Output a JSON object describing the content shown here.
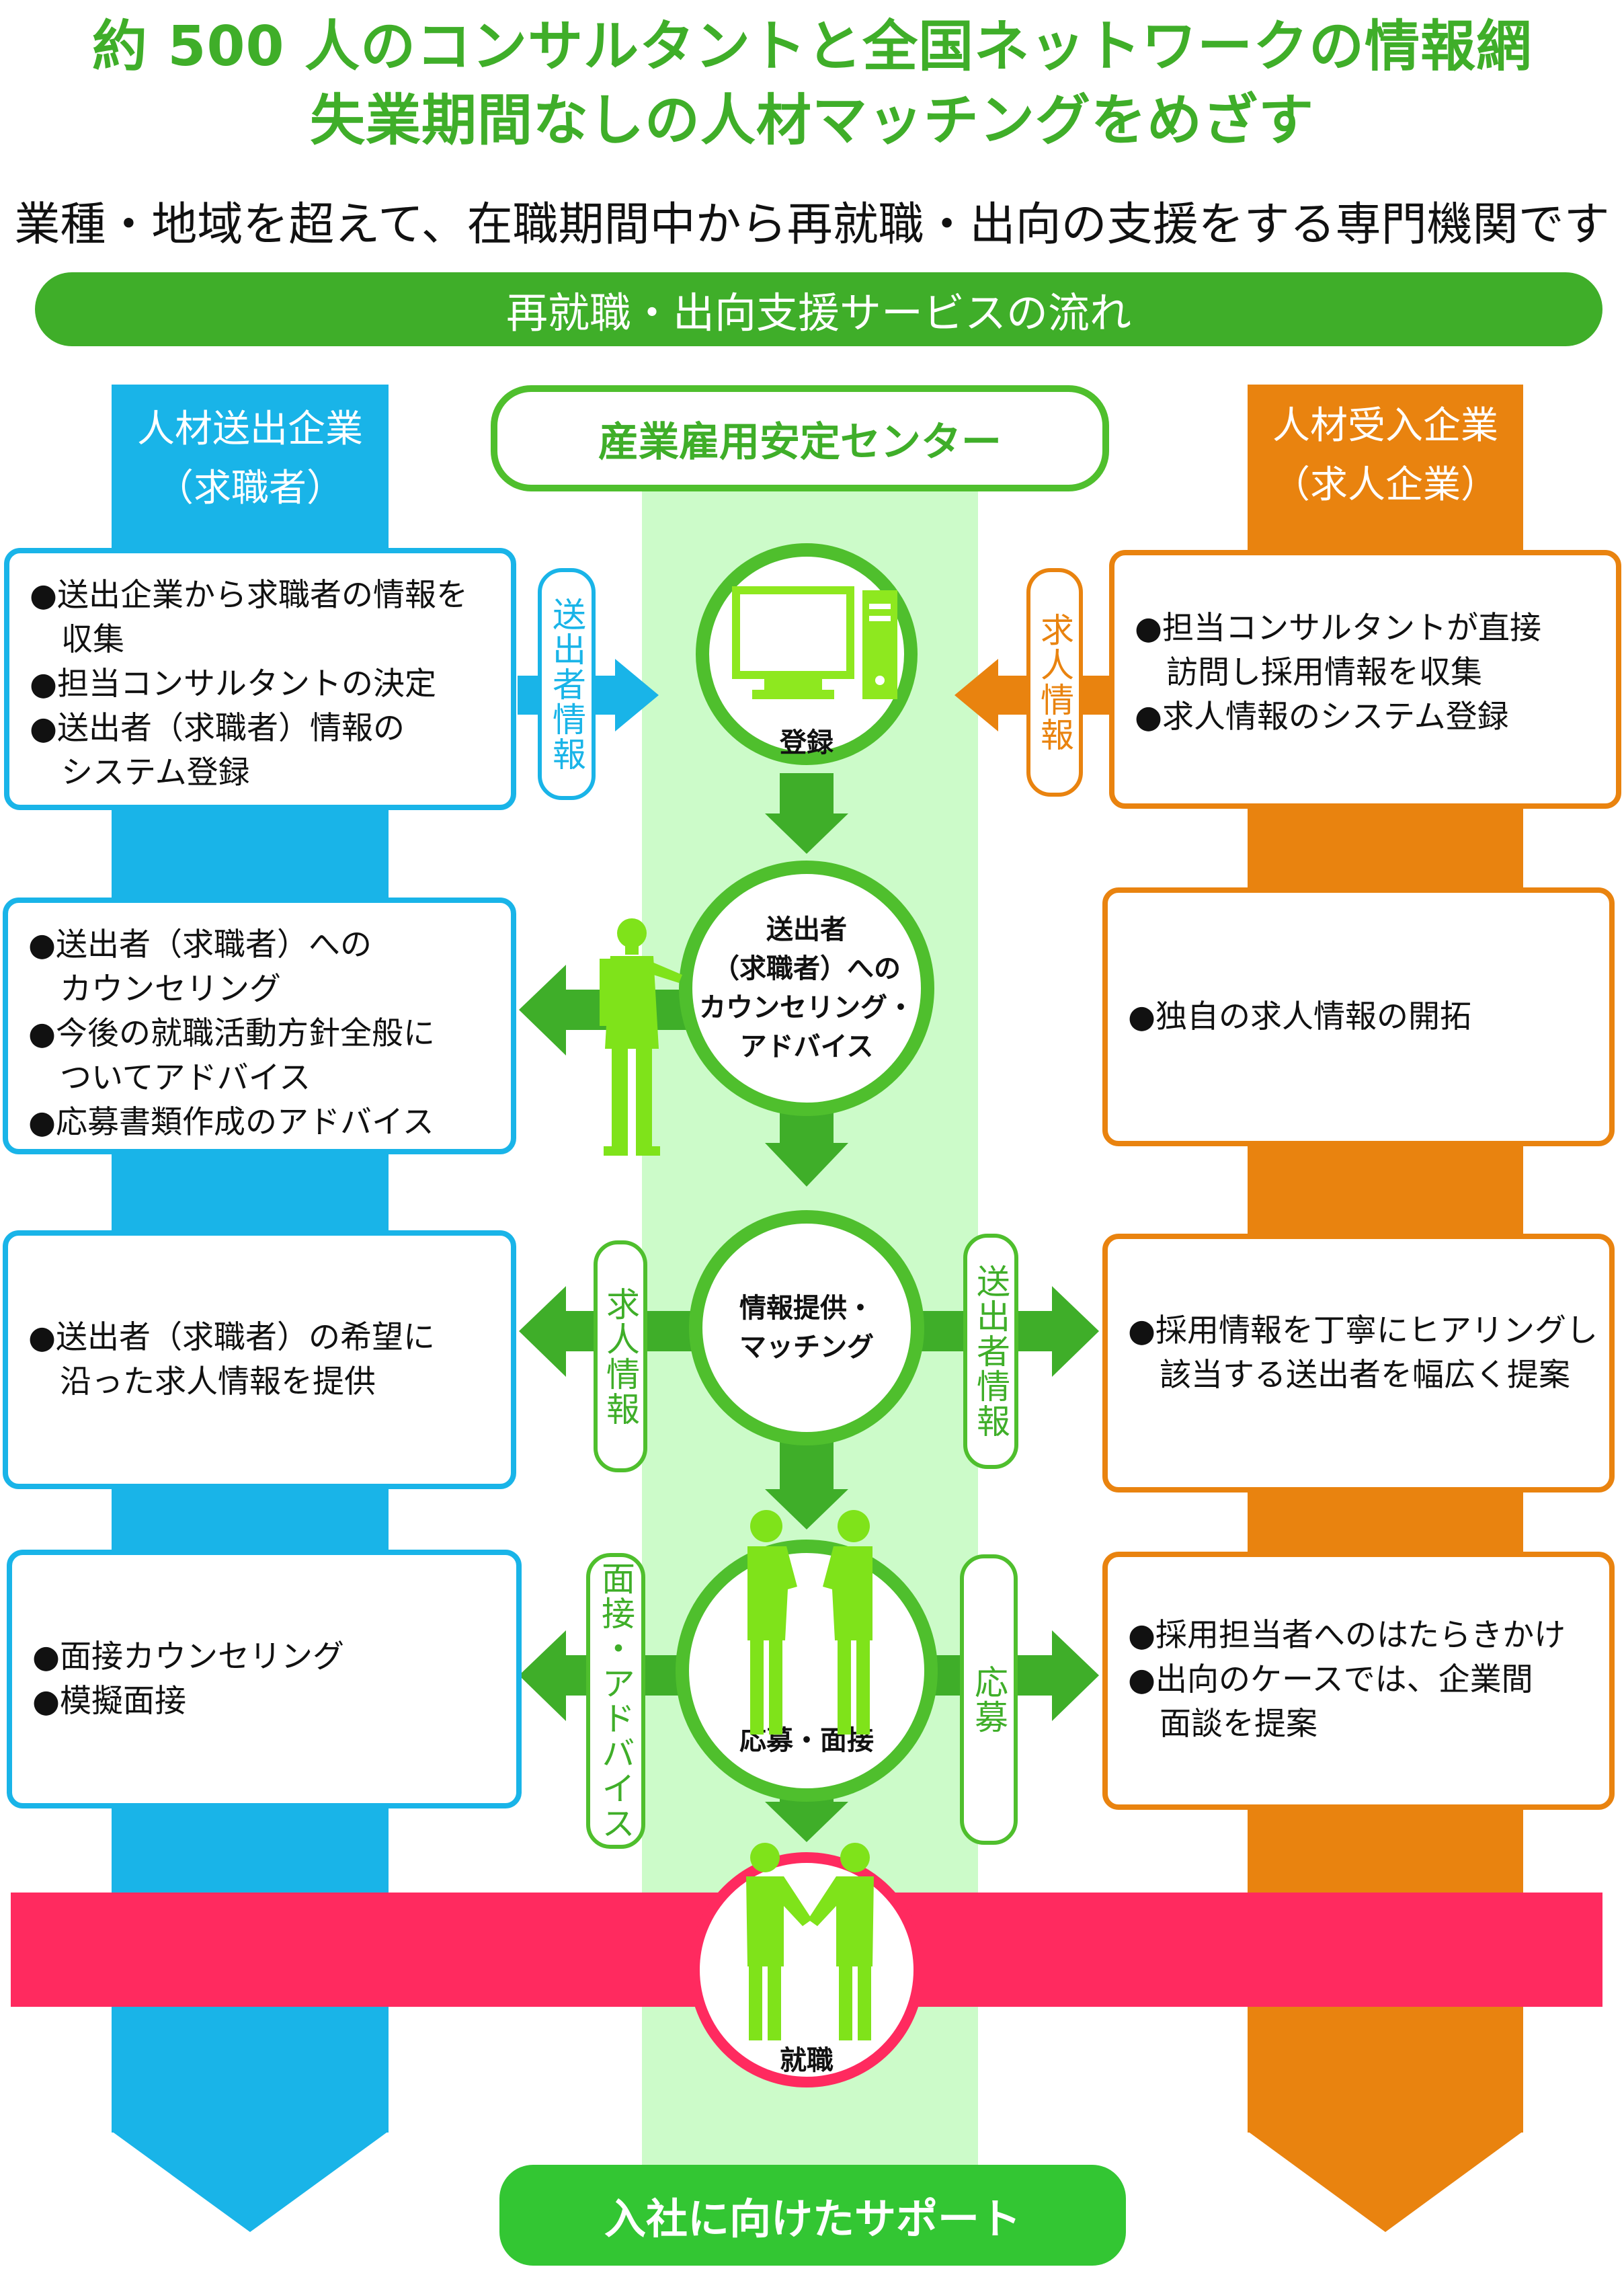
{
  "title_line1": "約 500 人のコンサルタントと全国ネットワークの情報網",
  "title_line2": "失業期間なしの人材マッチングをめざす",
  "subtitle": "業種・地域を超えて、在職期間中から再就職・出向の支援をする専門機関です",
  "flow_title": "再就職・出向支援サービスの流れ",
  "left_column": {
    "line1": "人材送出企業",
    "line2": "（求職者）"
  },
  "center_column": {
    "title": "産業雇用安定センター"
  },
  "right_column": {
    "line1": "人材受入企業",
    "line2": "（求人企業）"
  },
  "steps": [
    {
      "circle_label": "登録",
      "left_items": [
        "●送出企業から求職者の情報を\n　収集",
        "●担当コンサルタントの決定",
        "●送出者（求職者）情報の\n　システム登録"
      ],
      "right_items": [
        "●担当コンサルタントが直接\n　訪問し採用情報を収集",
        "●求人情報のシステム登録"
      ],
      "left_tag": "送出者情報",
      "right_tag": "求人情報"
    },
    {
      "circle_label": "送出者\n（求職者）への\nカウンセリング・\nアドバイス",
      "left_items": [
        "●送出者（求職者）への\n　カウンセリング",
        "●今後の就職活動方針全般に\n　ついてアドバイス",
        "●応募書類作成のアドバイス"
      ],
      "right_items": [
        "●独自の求人情報の開拓"
      ]
    },
    {
      "circle_label": "情報提供・\nマッチング",
      "left_items": [
        "●送出者（求職者）の希望に\n　沿った求人情報を提供"
      ],
      "right_items": [
        "●採用情報を丁寧にヒアリングし\n　該当する送出者を幅広く提案"
      ],
      "left_tag": "求人情報",
      "right_tag": "送出者情報"
    },
    {
      "circle_label": "応募・面接",
      "left_items": [
        "●面接カウンセリング",
        "●模擬面接"
      ],
      "right_items": [
        "●採用担当者へのはたらきかけ",
        "●出向のケースでは、企業間\n　面談を提案"
      ],
      "left_tag": "面接・アドバイス",
      "right_tag": "応募"
    },
    {
      "circle_label": "就職"
    }
  ],
  "support_label": "入社に向けたサポート",
  "colors": {
    "green": "#3fae29",
    "light_green": "#ccfbc9",
    "figure_green": "#7fe31a",
    "blue": "#19b4e8",
    "orange": "#e9830f",
    "pink": "#ff2a5f"
  }
}
